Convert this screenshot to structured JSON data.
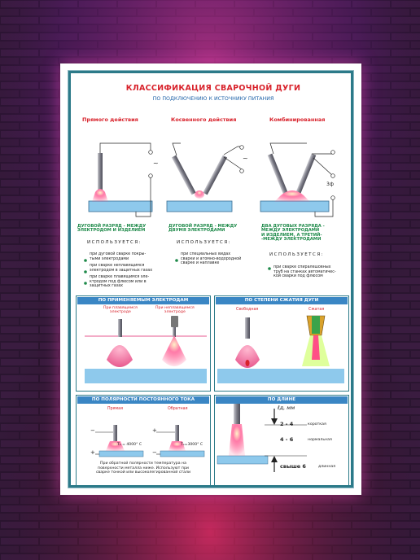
{
  "poster": {
    "title": "КЛАССИФИКАЦИЯ СВАРОЧНОЙ ДУГИ",
    "subtitle": "ПО ПОДКЛЮЧЕНИЮ К ИСТОЧНИКУ ПИТАНИЯ",
    "columns": [
      {
        "header": "Прямого действия",
        "desc_line1": "ДУГОВОЙ РАЗРЯД - МЕЖДУ",
        "desc_line2": "ЭЛЕКТРОДОМ И ИЗДЕЛИЕМ",
        "uses_label": "ИСПОЛЬЗУЕТСЯ:",
        "uses": [
          {
            "l1": "при дуговой сварке покры-",
            "l2": "тыми электродами"
          },
          {
            "l1": "при сварке неплавящимся",
            "l2": "электродом в защитных газах"
          },
          {
            "l1": "при сварке плавящимся эле-",
            "l2": "ктродом под флюсом или в",
            "l3": "защитных газах"
          }
        ]
      },
      {
        "header": "Косвенного действия",
        "desc_line1": "ДУГОВОЙ РАЗРЯД - МЕЖДУ",
        "desc_line2": "ДВУМЯ ЭЛЕКТРОДАМИ",
        "uses_label": "ИСПОЛЬЗУЕТСЯ:",
        "uses": [
          {
            "l1": "при специальных видах",
            "l2": "сварки и атомно-водородной",
            "l3": "сварке и наплавке"
          }
        ]
      },
      {
        "header": "Комбинированная",
        "desc_line1": "ДВА ДУГОВЫХ РАЗРЯДА -",
        "desc_line2": "МЕЖДУ ЭЛЕКТРОДАМИ",
        "desc_line3": "И ИЗДЕЛИЕМ, А ТРЕТИЙ-",
        "desc_line4": "-МЕЖДУ ЭЛЕКТРОДАМИ",
        "uses_label": "ИСПОЛЬЗУЕТСЯ:",
        "uses": [
          {
            "l1": "при сварке спиралешовных",
            "l2": "труб на станках автоматичес-",
            "l3": "кой сварки под флюсом"
          }
        ]
      }
    ],
    "tilde": "~",
    "three_phase": "3ф",
    "electrodes": {
      "header": "ПО ПРИМЕНЯЕМЫМ ЭЛЕКТРОДАМ",
      "a1": "При плавящемся",
      "a2": "электроде",
      "b1": "При неплавящемся",
      "b2": "электроде"
    },
    "compression": {
      "header": "ПО СТЕПЕНИ СЖАТИЯ ДУГИ",
      "a": "Свободная",
      "b": "Сжатая"
    },
    "polarity": {
      "header": "ПО ПОЛЯРНОСТИ ПОСТОЯННОГО ТОКА",
      "a": "Прямая",
      "b": "Обратная",
      "minus": "−",
      "plus": "+",
      "temp_a": "Tₐ = 4000° C",
      "temp_b": "Tₐ=3000° C",
      "note1": "При обратной полярности температура на",
      "note2": "поверхности металла ниже. Используют при",
      "note3": "сварке тонкой или высоколегированной стали"
    },
    "length": {
      "header": "ПО ДЛИНЕ",
      "unit": "ℓд, мм",
      "rows": [
        {
          "range": "2 - 4",
          "label": "короткая"
        },
        {
          "range": "4 - 6",
          "label": "нормальная"
        },
        {
          "range": "свыше 6",
          "label": "длинная"
        }
      ]
    }
  },
  "colors": {
    "frame": "#2c7a89",
    "red": "#d8222b",
    "blue": "#1d62a8",
    "green": "#1f8a4a",
    "metal": "#8ec9ec",
    "arc": "#ff4f86"
  }
}
